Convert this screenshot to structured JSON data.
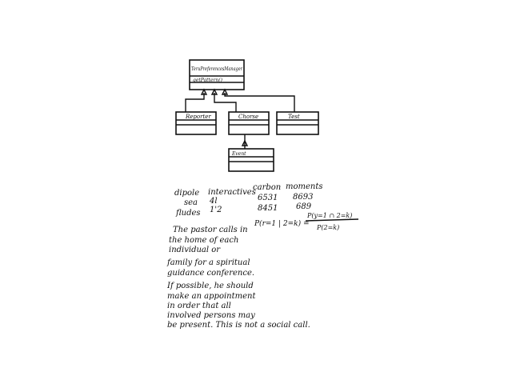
{
  "diagram": {
    "classes": [
      {
        "id": "top",
        "name": "TeruPreferencesManager",
        "method": "getPattern()"
      },
      {
        "id": "left",
        "name": "Reporter",
        "method": ""
      },
      {
        "id": "mid",
        "name": "Chorse",
        "method": ""
      },
      {
        "id": "right",
        "name": "Test",
        "method": ""
      },
      {
        "id": "bottom",
        "name": "Event",
        "method": ""
      }
    ]
  },
  "table": {
    "headers": [
      "dipole",
      "interactives",
      "carbon",
      "moments"
    ],
    "rows": [
      [
        "sea",
        "4l",
        "6531",
        "8693"
      ],
      [
        "fludes",
        "1'2",
        "8451",
        "689"
      ]
    ]
  },
  "formula": {
    "lhs": "P(r=1 | 2=k) =",
    "numerator": "P(y=1 ∩ 2=k)",
    "denominator": "P(2=k)"
  },
  "notes": [
    "The pastor calls in",
    "the home of each",
    "individual or",
    "family for a spiritual",
    "guidance conference.",
    "If possible, he should",
    "make an appointment",
    "in order that all",
    "involved persons may",
    "be present. This is not a social call."
  ]
}
